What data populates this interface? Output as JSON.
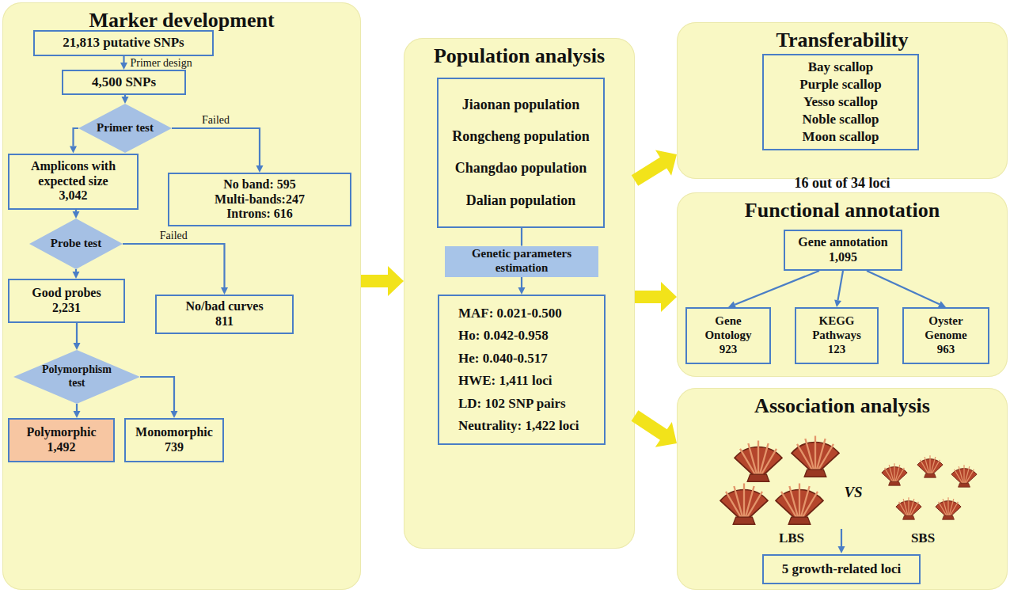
{
  "diagram": {
    "nodes": [
      {
        "text": [
          "Marker development"
        ]
      },
      {
        "text": [
          "21,813 putative SNPs"
        ],
        "in": 0
      },
      {
        "text": [
          "4,500 SNPs"
        ],
        "in": 0
      },
      {
        "text": [
          "Primer test"
        ],
        "in": 0
      },
      {
        "text": [
          "Amplicons with expected size",
          "3,042"
        ],
        "in": 0
      },
      {
        "text": [
          "No band: 595",
          "Multi-bands:247",
          "Introns: 616"
        ],
        "in": 0
      },
      {
        "text": [
          "Probe test"
        ],
        "in": 0
      },
      {
        "text": [
          "Good probes",
          "2,231"
        ],
        "in": 0
      },
      {
        "text": [
          "No/bad curves",
          "811"
        ],
        "in": 0
      },
      {
        "text": [
          "Polymorphism test"
        ],
        "in": 0
      },
      {
        "text": [
          "Polymorphic",
          "1,492"
        ],
        "in": 0
      },
      {
        "text": [
          "Monomorphic",
          "739"
        ],
        "in": 0
      },
      {
        "text": [
          "Population analysis"
        ]
      },
      {
        "text": [
          "Jiaonan population",
          "Rongcheng population",
          "Changdao population",
          "Dalian population"
        ],
        "in": 12
      },
      {
        "text": [
          "Genetic parameters estimation"
        ],
        "in": 12
      },
      {
        "text": [
          "MAF: 0.021-0.500",
          "Ho: 0.042-0.958",
          "He: 0.040-0.517",
          "HWE: 1,411 loci",
          "LD: 102 SNP pairs",
          "Neutrality: 1,422 loci"
        ],
        "in": 12
      },
      {
        "text": [
          "Transferability",
          "16 out of 34 loci"
        ]
      },
      {
        "text": [
          "Bay scallop",
          "Purple scallop",
          "Yesso scallop",
          "Noble scallop",
          "Moon scallop"
        ],
        "in": 16
      },
      {
        "text": [
          "Functional annotation"
        ]
      },
      {
        "text": [
          "Gene annotation",
          "1,095"
        ],
        "in": 18
      },
      {
        "text": [
          "Gene Ontology",
          "923"
        ],
        "in": 18
      },
      {
        "text": [
          "KEGG Pathways",
          "123"
        ],
        "in": 18
      },
      {
        "text": [
          "Oyster Genome",
          "963"
        ],
        "in": 18
      },
      {
        "text": [
          "Association analysis"
        ]
      },
      {
        "text": [
          "5 growth-related loci"
        ],
        "in": 23
      }
    ],
    "edges": [
      {
        "from": 1,
        "to": 2,
        "arrow": "to",
        "label": "Primer design"
      },
      {
        "from": 2,
        "to": 3,
        "arrow": "to"
      },
      {
        "from": 3,
        "to": 4,
        "arrow": "to"
      },
      {
        "from": 3,
        "to": 5,
        "arrow": "to",
        "label": "Failed"
      },
      {
        "from": 4,
        "to": 6,
        "arrow": "to"
      },
      {
        "from": 6,
        "to": 7,
        "arrow": "to"
      },
      {
        "from": 6,
        "to": 8,
        "arrow": "to",
        "label": "Failed"
      },
      {
        "from": 7,
        "to": 9,
        "arrow": "to"
      },
      {
        "from": 9,
        "to": 10,
        "arrow": "to"
      },
      {
        "from": 9,
        "to": 11,
        "arrow": "to"
      },
      {
        "from": 0,
        "to": 12,
        "arrow": "to"
      },
      {
        "from": 13,
        "to": 14,
        "arrow": "none"
      },
      {
        "from": 14,
        "to": 15,
        "arrow": "to"
      },
      {
        "from": 12,
        "to": 16,
        "arrow": "to"
      },
      {
        "from": 12,
        "to": 18,
        "arrow": "to"
      },
      {
        "from": 12,
        "to": 23,
        "arrow": "to"
      },
      {
        "from": 19,
        "to": 20,
        "arrow": "to"
      },
      {
        "from": 19,
        "to": 21,
        "arrow": "to"
      },
      {
        "from": 19,
        "to": 22,
        "arrow": "to"
      }
    ],
    "labels": [
      "LBS",
      "VS",
      "SBS"
    ]
  }
}
